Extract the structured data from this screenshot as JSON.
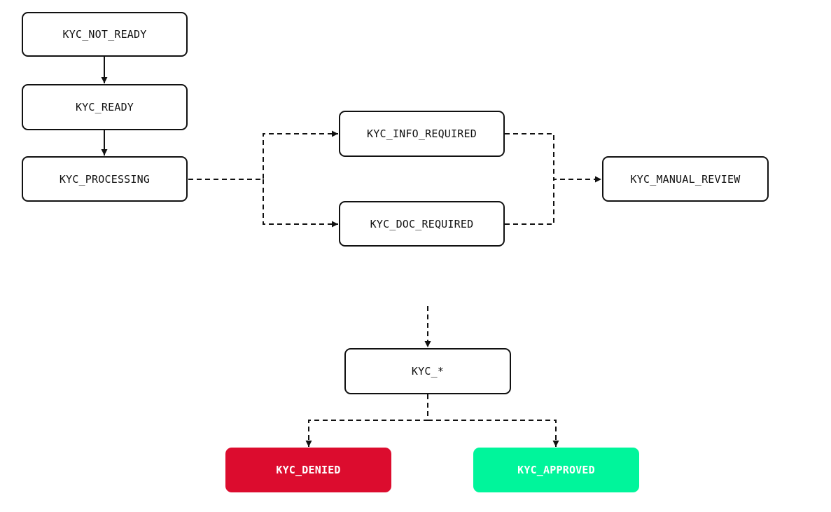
{
  "nodes": {
    "not_ready": "KYC_NOT_READY",
    "ready": "KYC_READY",
    "processing": "KYC_PROCESSING",
    "info_required": "KYC_INFO_REQUIRED",
    "doc_required": "KYC_DOC_REQUIRED",
    "manual_review": "KYC_MANUAL_REVIEW",
    "any": "KYC_*",
    "denied": "KYC_DENIED",
    "approved": "KYC_APPROVED"
  },
  "colors": {
    "stroke": "#111111",
    "denied": "#dc0c2e",
    "approved": "#00f59b",
    "filled_text": "#ffffff"
  },
  "edges": [
    {
      "from": "not_ready",
      "to": "ready",
      "style": "solid"
    },
    {
      "from": "ready",
      "to": "processing",
      "style": "solid"
    },
    {
      "from": "processing",
      "to": "info_required",
      "style": "dashed"
    },
    {
      "from": "processing",
      "to": "doc_required",
      "style": "dashed"
    },
    {
      "from": "info_required",
      "to": "manual_review",
      "style": "dashed"
    },
    {
      "from": "doc_required",
      "to": "manual_review",
      "style": "dashed"
    },
    {
      "from": "any",
      "to": "denied",
      "style": "dashed"
    },
    {
      "from": "any",
      "to": "approved",
      "style": "dashed"
    }
  ]
}
